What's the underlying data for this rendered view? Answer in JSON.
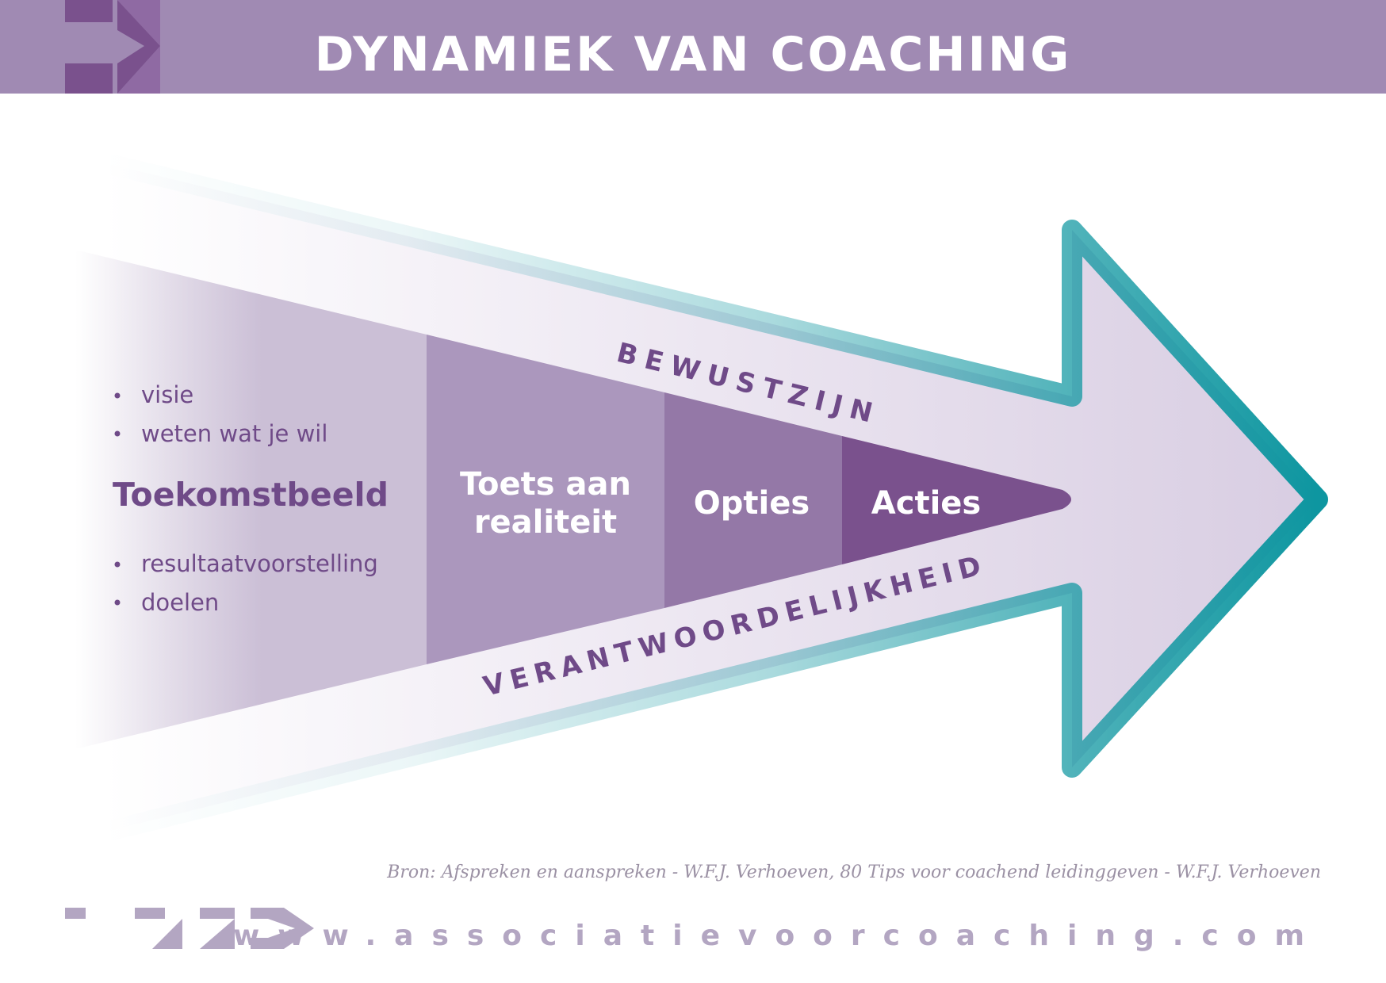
{
  "header": {
    "title": "DYNAMIEK VAN COACHING",
    "logo_icon": "arrow-block-icon"
  },
  "diagram": {
    "stages": [
      {
        "label": "Toekomstbeeld",
        "bullets_top": [
          "visie",
          "weten wat je wil"
        ],
        "bullets_bottom": [
          "resultaatvoorstelling",
          "doelen"
        ]
      },
      {
        "label_lines": [
          "Toets aan",
          "realiteit"
        ]
      },
      {
        "label": "Opties"
      },
      {
        "label": "Acties"
      }
    ],
    "arrow_labels": {
      "top": "BEWUSTZIJN",
      "bottom": "VERANTWOORDELIJKHEID"
    },
    "colors": {
      "header": "#a08ab3",
      "stage1": "#cbbfd6",
      "stage2": "#ab97bd",
      "stage3": "#9478a7",
      "stage4": "#7a518d",
      "arrow_outline": "#0e96a0",
      "text_purple": "#6f4a88"
    }
  },
  "source": {
    "label": "Bron:",
    "text": "Afspreken en aanspreken - W.F.J. Verhoeven, 80 Tips voor coachend leidinggeven - W.F.J. Verhoeven"
  },
  "footer": {
    "url": "www.associatievoorcoaching.com",
    "logo_icon": "associatie-logo-icon"
  }
}
